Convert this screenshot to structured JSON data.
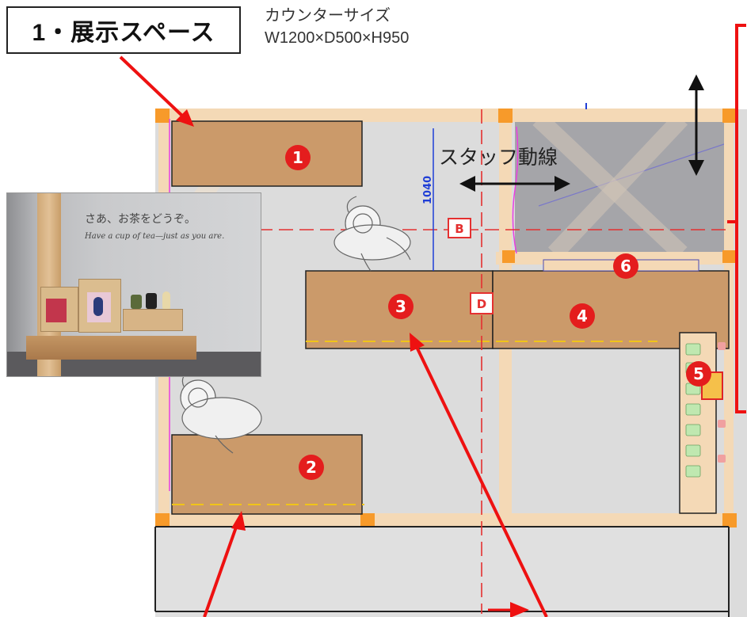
{
  "title": "1・展示スペース",
  "size_note": {
    "line1": "カウンターサイズ",
    "line2": "W1200×D500×H950"
  },
  "plan": {
    "staff_flow_label": "スタッフ動線",
    "dimension_label": "1040",
    "tags": {
      "b": "B",
      "d": "D"
    },
    "markers": [
      "1",
      "2",
      "3",
      "4",
      "5",
      "6"
    ]
  },
  "photo": {
    "wall_text_jp": "さあ、お茶をどうぞ。",
    "wall_text_en": "Have a cup of tea—just as you are."
  },
  "colors": {
    "counter": "#cb9a6a",
    "marker": "#e41d1d",
    "arrow": "#ee1111",
    "dashed_red": "#e43030",
    "dashed_yellow": "#f0c419",
    "dimension_blue": "#1f3ed6",
    "beam": "#f4d9b6",
    "gray_area": "#a3a3a7",
    "floor": "#dcdcdc"
  }
}
